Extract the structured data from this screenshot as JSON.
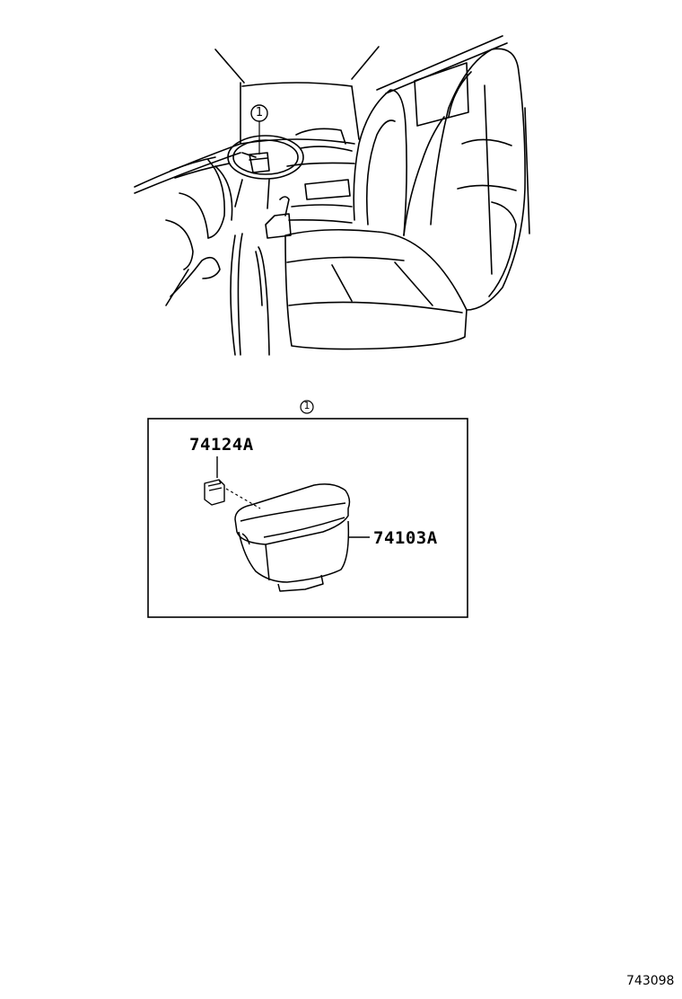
{
  "overview": {
    "callout_number": "1"
  },
  "detail": {
    "callout_number": "1",
    "parts": [
      {
        "part_number": "74124A"
      },
      {
        "part_number": "74103A"
      }
    ]
  },
  "footer": {
    "diagram_id": "743098"
  }
}
